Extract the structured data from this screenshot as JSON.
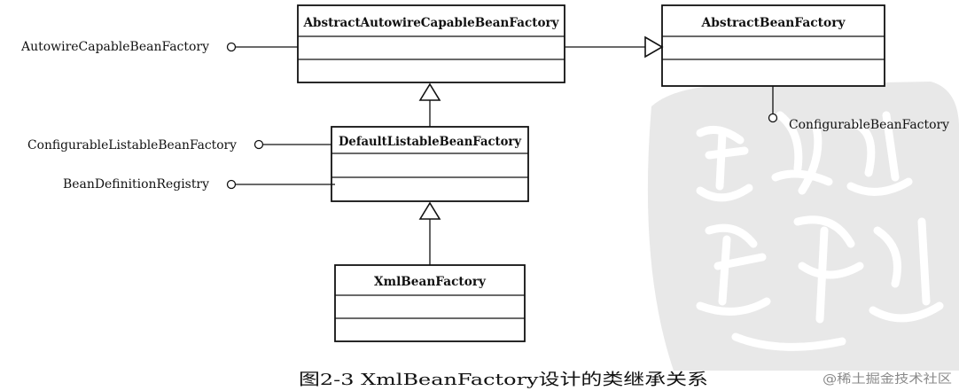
{
  "classes": {
    "abstract_autowire": {
      "name": "AbstractAutowireCapableBeanFactory"
    },
    "abstract_bean": {
      "name": "AbstractBeanFactory"
    },
    "default_listable": {
      "name": "DefaultListableBeanFactory"
    },
    "xml_bean": {
      "name": "XmlBeanFactory"
    }
  },
  "interfaces": {
    "autowire_capable": "AutowireCapableBeanFactory",
    "configurable": "ConfigurableBeanFactory",
    "configurable_listable": "ConfigurableListableBeanFactory",
    "bean_definition_registry": "BeanDefinitionRegistry"
  },
  "caption": "图2-3   XmlBeanFactory设计的类继承关系",
  "watermark": "@稀土掘金技术社区",
  "colors": {
    "ink": "#111111",
    "seal_background": "#e8e8e8",
    "watermark_text": "#8a8a8a"
  }
}
